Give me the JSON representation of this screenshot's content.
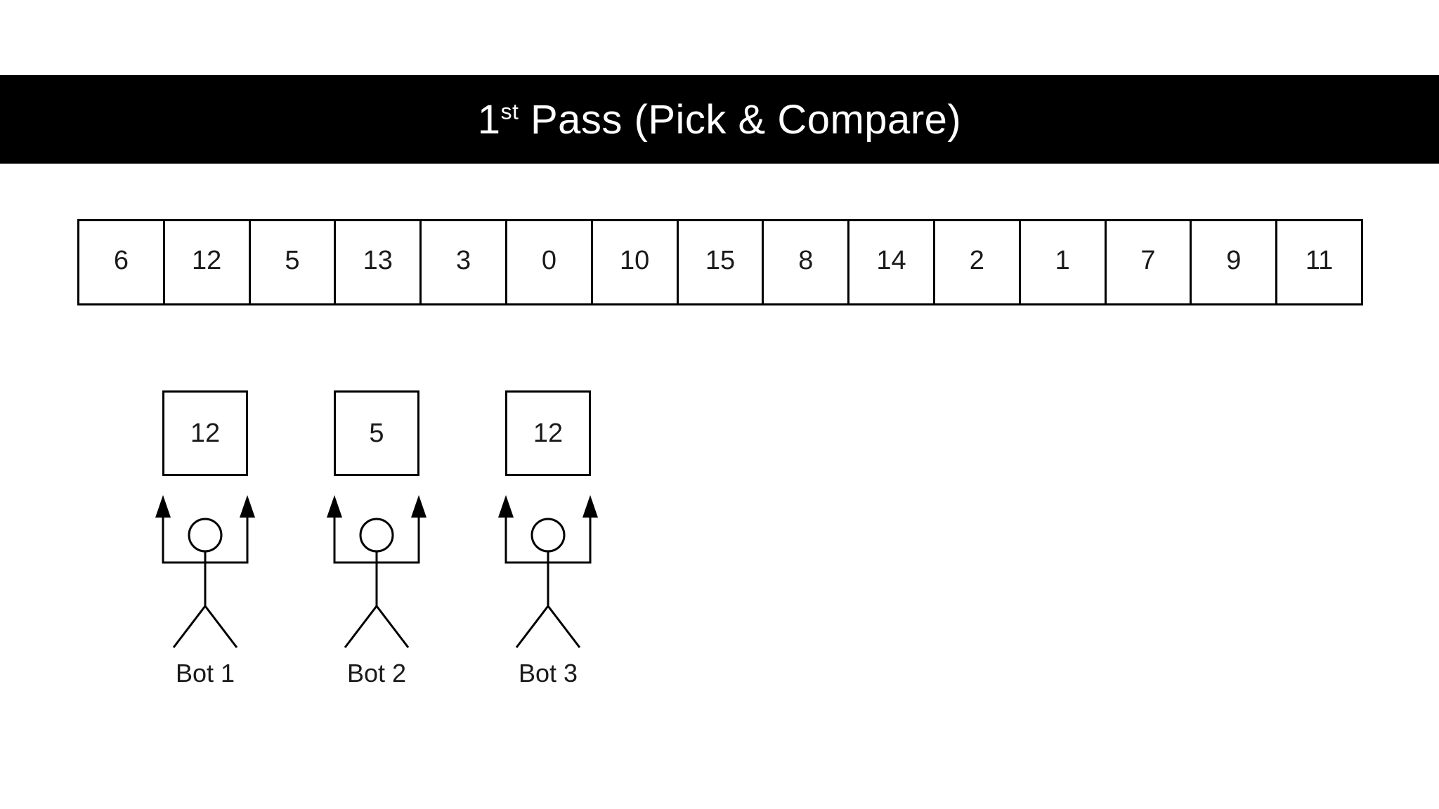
{
  "title": {
    "number": "1",
    "ordinal": "st",
    "rest": " Pass (Pick & Compare)"
  },
  "array": {
    "values": [
      "6",
      "12",
      "5",
      "13",
      "3",
      "0",
      "10",
      "15",
      "8",
      "14",
      "2",
      "1",
      "7",
      "9",
      "11"
    ]
  },
  "bots": [
    {
      "label": "Bot 1",
      "value": "12"
    },
    {
      "label": "Bot 2",
      "value": "5"
    },
    {
      "label": "Bot 3",
      "value": "12"
    }
  ],
  "colors": {
    "page_bg": "#ffffff",
    "banner_bg": "#000000",
    "banner_text": "#ffffff",
    "stroke": "#000000",
    "text": "#1a1a1a"
  }
}
